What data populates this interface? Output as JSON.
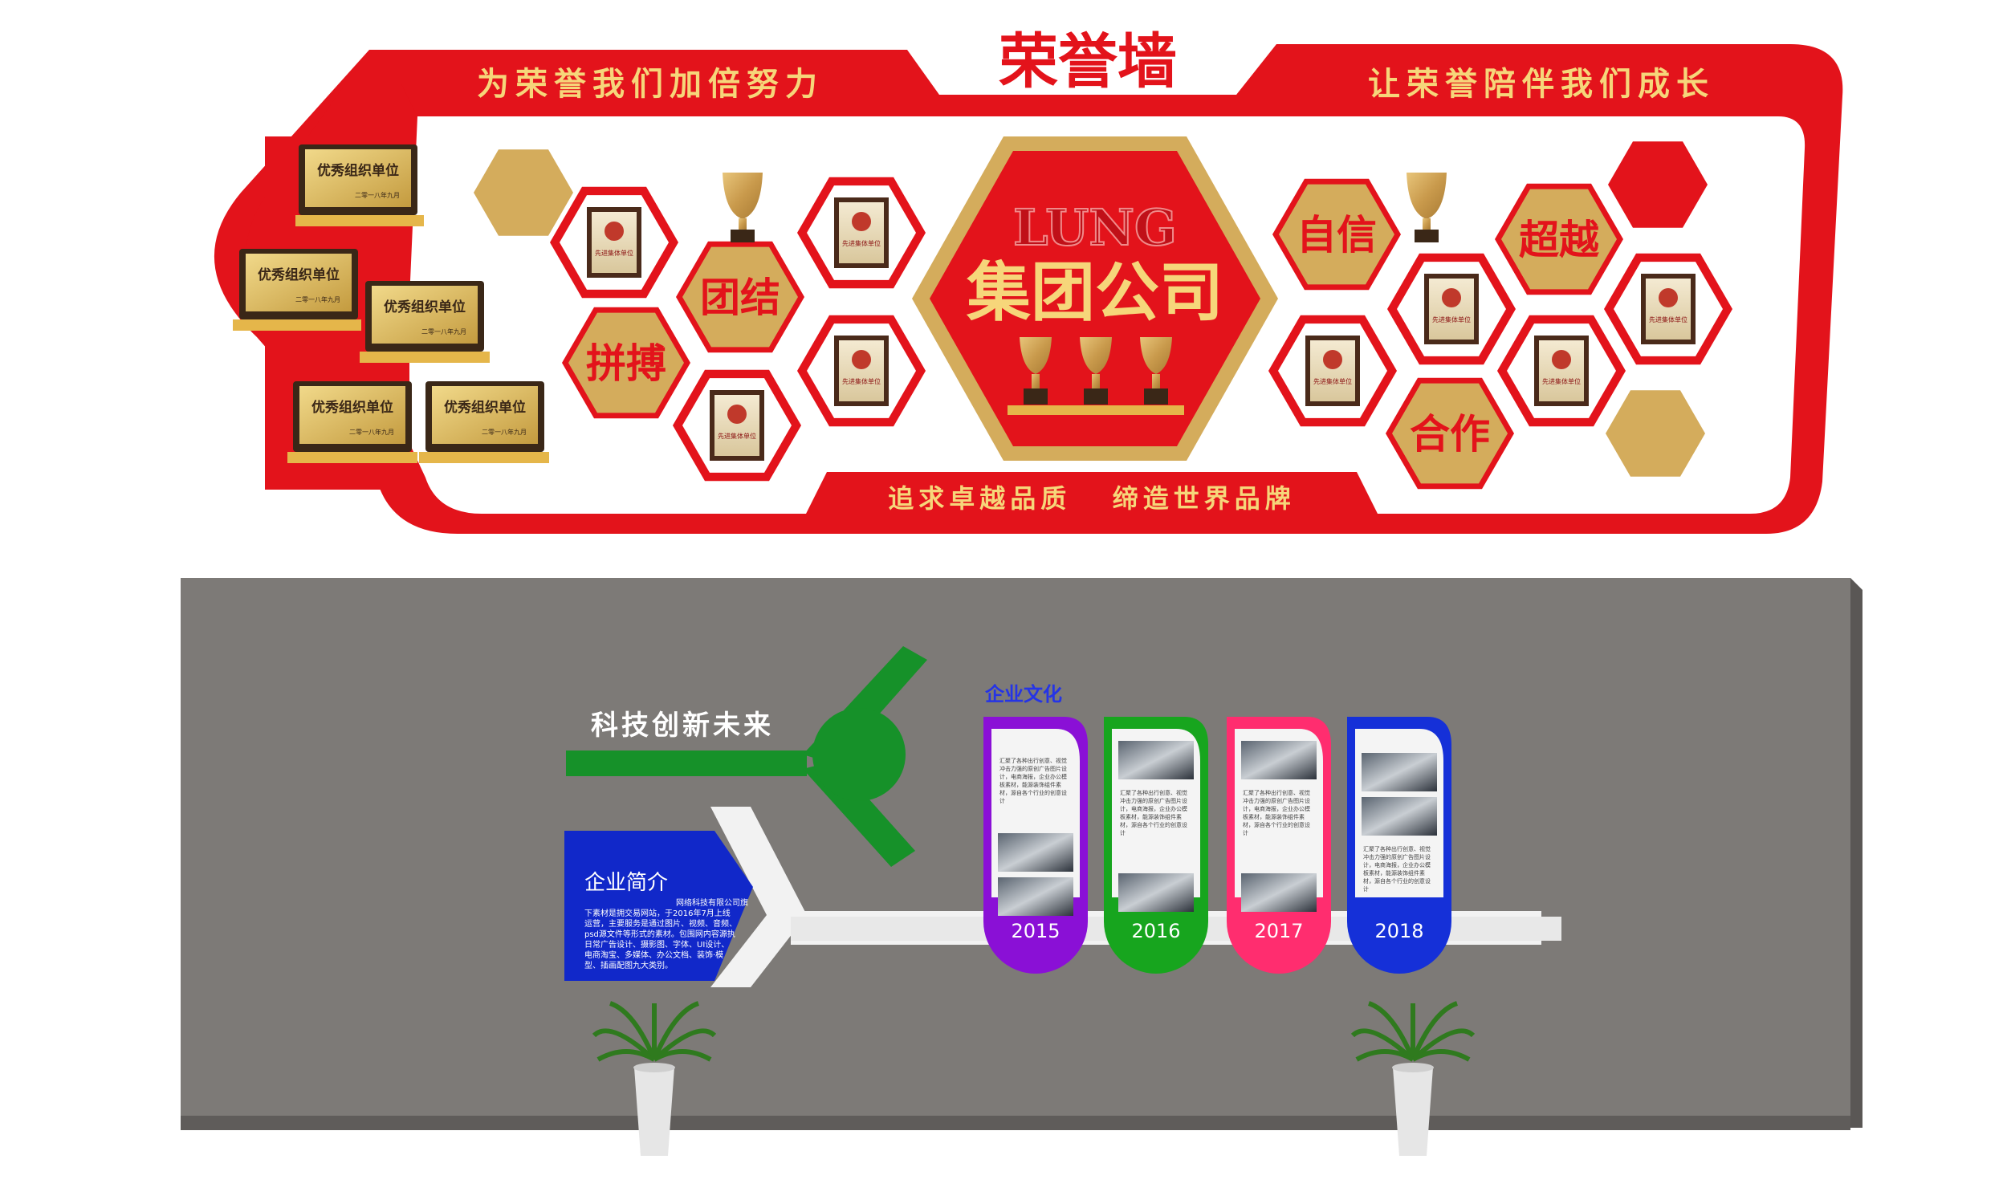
{
  "honor_wall": {
    "title": "荣誉墙",
    "left_slogan": "为荣誉我们加倍努力",
    "right_slogan": "让荣誉陪伴我们成长",
    "bottom_slogan": "追求卓越品质   缔造世界品牌",
    "logo_text": "LUNG",
    "center_title": "集团公司",
    "values": [
      "团结",
      "拼搏",
      "自信",
      "超越",
      "合作"
    ],
    "plaque_label": "优秀组织单位",
    "plaque_sub": "二零一八年九月",
    "certificate_label": "先进集体单位",
    "colors": {
      "red": "#e3131b",
      "gold": "#d4ac5c",
      "dark_red": "#b30d14"
    }
  },
  "culture_wall": {
    "slogan": "科技创新未来",
    "culture_label": "企业文化",
    "intro_title": "企业简介",
    "intro_company": "网络科技有限公司旗",
    "intro_text": "下素材是拥交易网站，于2016年7月上线运营，主要服务是通过图片、视频、音频、psd源文件等形式的素材。包围网内容源执日常广告设计、摄影图、字体、UI设计、电商淘宝、多媒体、办公文档、装饰·模型、插画配图九大类别。",
    "panel_text": "汇聚了各种出行创意、视觉冲击力强的原创广告图片设计，电商海报，企业办公模板素材，能源装饰组件素材，源自各个行业的创意设计",
    "years": [
      "2015",
      "2016",
      "2017",
      "2018"
    ],
    "panel_colors": [
      "#8a10d6",
      "#17a51e",
      "#ff2d6f",
      "#1530d8"
    ],
    "colors": {
      "wall": "#7d7a77",
      "green": "#169129",
      "blue": "#1128c9",
      "white": "#efefef"
    }
  }
}
